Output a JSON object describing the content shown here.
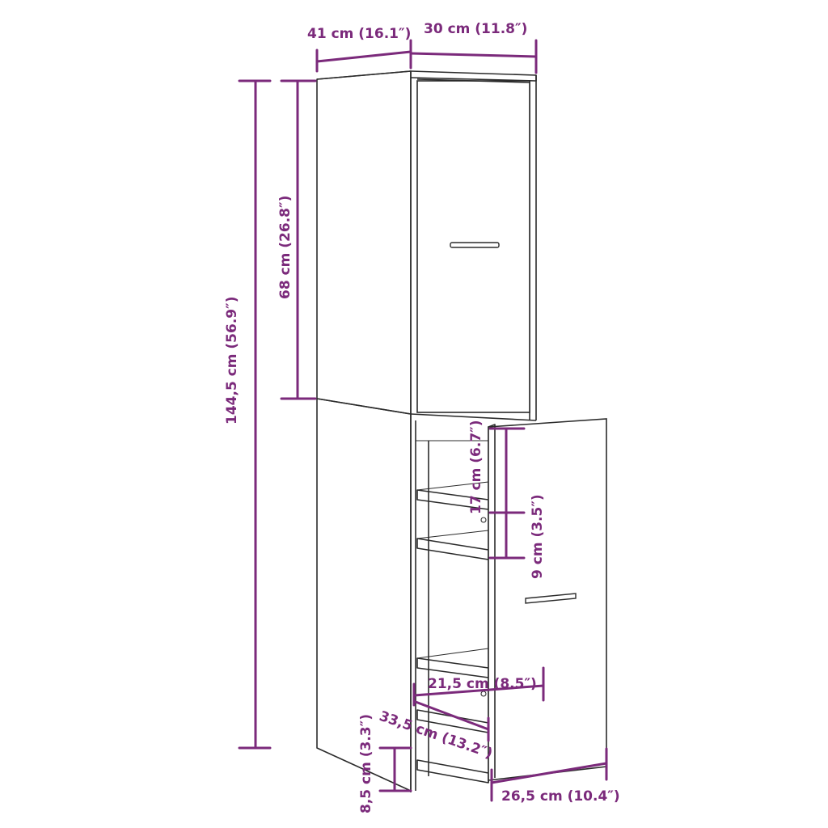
{
  "colors": {
    "dimension": "#7b2a7b",
    "outline": "#2b2b2b",
    "background": "#ffffff"
  },
  "dimensions": {
    "depth": "41 cm (16.1″)",
    "width": "30 cm (11.8″)",
    "total_height": "144,5 cm (56.9″)",
    "upper_height": "68 cm (26.8″)",
    "drawer_height": "17 cm (6.7″)",
    "shelf_gap": "9 cm (3.5″)",
    "inner_width": "21,5 cm (8.5″)",
    "inner_depth": "33,5 cm (13.2″)",
    "base_height": "8,5 cm (3.3″)",
    "door_width": "26,5 cm (10.4″)"
  }
}
